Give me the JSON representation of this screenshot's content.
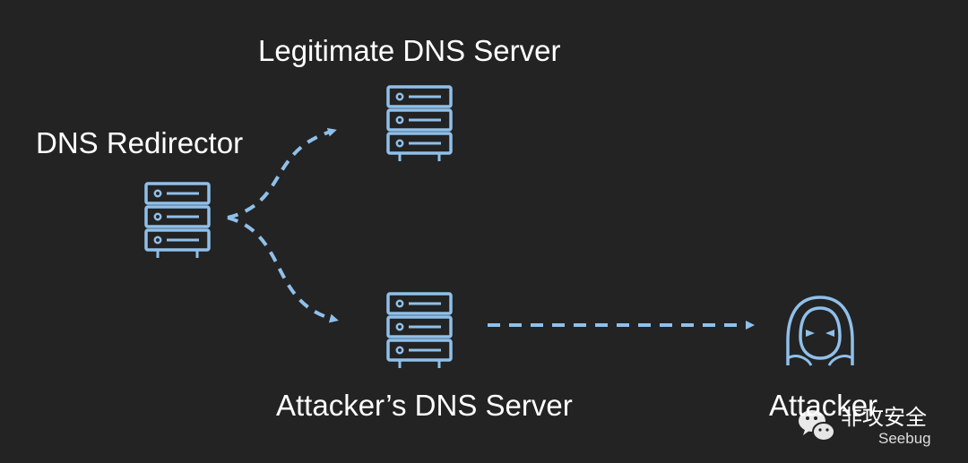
{
  "nodes": {
    "legitimate_dns": {
      "label": "Legitimate DNS Server",
      "icon": "server-icon"
    },
    "redirector": {
      "label": "DNS Redirector",
      "icon": "server-icon"
    },
    "attacker_dns": {
      "label": "Attacker’s DNS Server",
      "icon": "server-icon"
    },
    "attacker": {
      "label": "Attacker",
      "icon": "hooded-hacker-icon"
    }
  },
  "edges": [
    {
      "from": "DNS Redirector",
      "to": "Legitimate DNS Server",
      "style": "dashed-arrow"
    },
    {
      "from": "DNS Redirector",
      "to": "Attacker’s DNS Server",
      "style": "dashed-arrow"
    },
    {
      "from": "Attacker’s DNS Server",
      "to": "Attacker",
      "style": "dashed-arrow"
    }
  ],
  "colors": {
    "background": "#232323",
    "accent": "#8fc0ea",
    "text": "#ffffff"
  },
  "watermark": {
    "name": "非攻安全",
    "brand": "Seebug",
    "icon": "wechat-icon"
  }
}
